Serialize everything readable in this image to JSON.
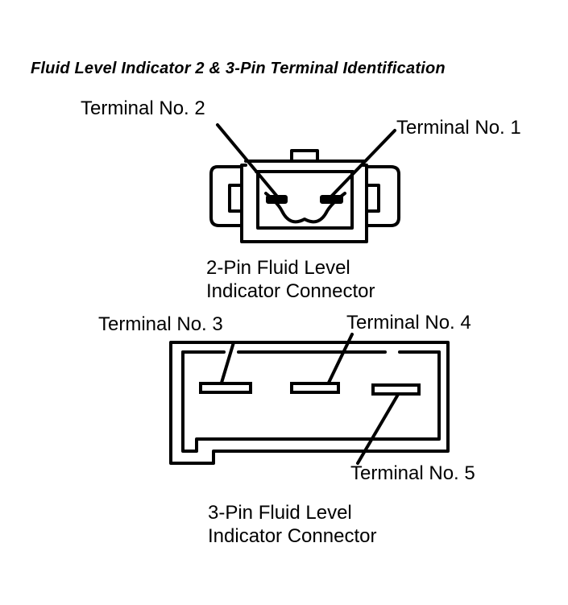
{
  "title": "Fluid Level Indicator 2 & 3-Pin Terminal Identification",
  "two_pin": {
    "terminal_2": "Terminal No. 2",
    "terminal_1": "Terminal No. 1",
    "caption_line1": "2-Pin Fluid Level",
    "caption_line2": "Indicator Connector"
  },
  "three_pin": {
    "terminal_3": "Terminal No. 3",
    "terminal_4": "Terminal No. 4",
    "terminal_5": "Terminal No. 5",
    "caption_line1": "3-Pin Fluid Level",
    "caption_line2": "Indicator Connector"
  }
}
